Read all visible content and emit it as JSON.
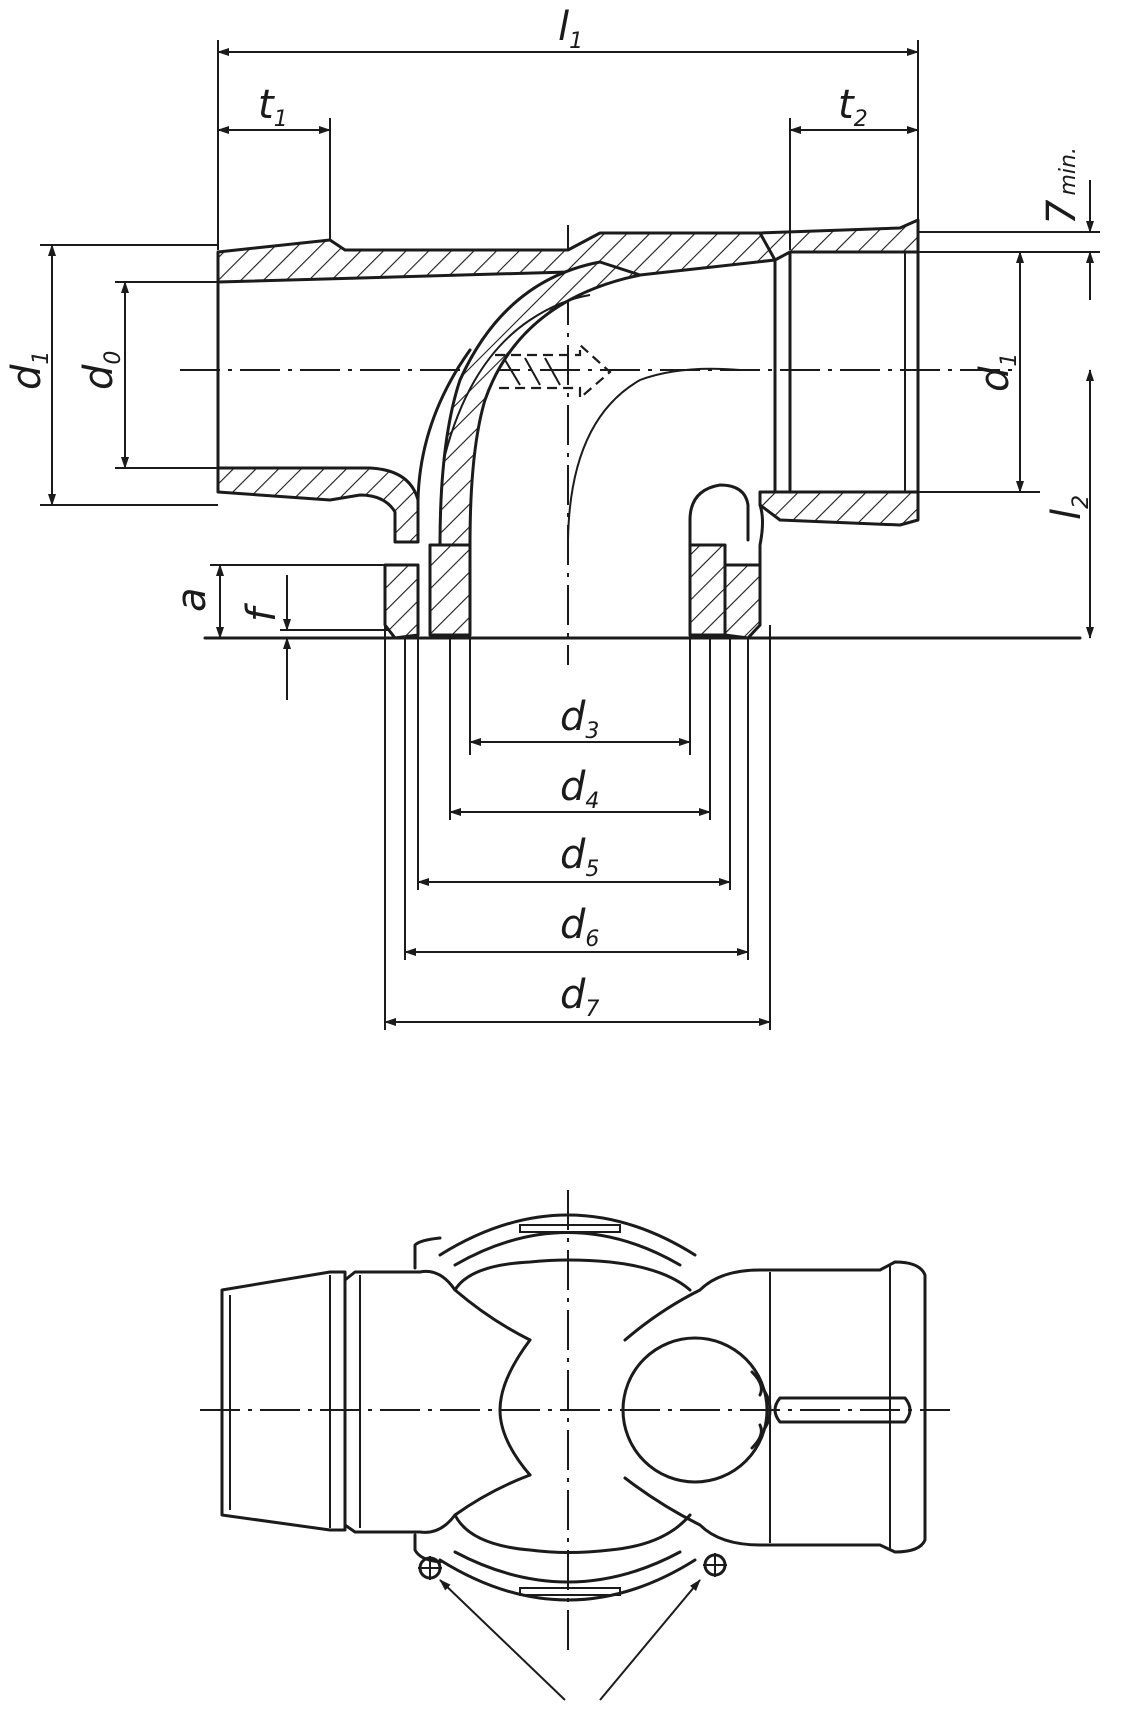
{
  "labels": {
    "l1": {
      "main": "l",
      "sub": "1"
    },
    "t1": {
      "main": "t",
      "sub": "1"
    },
    "t2": {
      "main": "t",
      "sub": "2"
    },
    "wall_min": {
      "main": "7",
      "sub": "min."
    },
    "d1_left": {
      "main": "d",
      "sub": "1"
    },
    "d0": {
      "main": "d",
      "sub": "0"
    },
    "d1_right": {
      "main": "d",
      "sub": "1"
    },
    "l2": {
      "main": "l",
      "sub": "2"
    },
    "a": {
      "main": "a"
    },
    "f": {
      "main": "f"
    },
    "d3": {
      "main": "d",
      "sub": "3"
    },
    "d4": {
      "main": "d",
      "sub": "4"
    },
    "d5": {
      "main": "d",
      "sub": "5"
    },
    "d6": {
      "main": "d",
      "sub": "6"
    },
    "d7": {
      "main": "d",
      "sub": "7"
    }
  },
  "colors": {
    "ink": "#1b1b1b",
    "paper": "#ffffff"
  }
}
